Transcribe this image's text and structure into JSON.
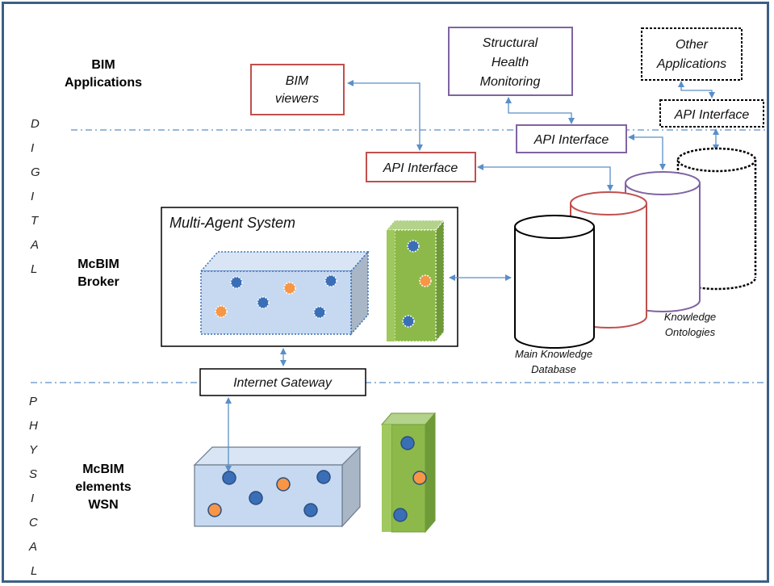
{
  "side_labels": {
    "digital": [
      "D",
      "I",
      "G",
      "I",
      "T",
      "A",
      "L"
    ],
    "physical": [
      "P",
      "H",
      "Y",
      "S",
      "I",
      "C",
      "A",
      "L"
    ]
  },
  "tiers": {
    "bim_apps": [
      "BIM",
      "Applications"
    ],
    "broker": [
      "McBIM",
      "Broker"
    ],
    "wsn": [
      "McBIM",
      "elements",
      "WSN"
    ]
  },
  "apps": {
    "bim_viewers": [
      "BIM",
      "viewers"
    ],
    "shm": [
      "Structural",
      "Health",
      "Monitoring"
    ],
    "other": [
      "Other",
      "Applications"
    ]
  },
  "api_interface": "API Interface",
  "mas_title": "Multi-Agent System",
  "gateway": "Internet Gateway",
  "db_captions": {
    "main": [
      "Main Knowledge",
      "Database"
    ],
    "ontologies": [
      "Knowledge",
      "Ontologies"
    ]
  },
  "colors": {
    "frame": "#3c5f86",
    "red_box": "#c0504d",
    "purple_box": "#8064a2",
    "connector": "#5a8fc8",
    "blue_box": "#c6d9f1",
    "green_box": "#8db94a",
    "blue_dot": "#3a6fb7",
    "orange_dot": "#f79646"
  },
  "icons": [
    "blue-agent-dot",
    "orange-agent-dot",
    "dashed-separator",
    "bidirectional-arrow"
  ]
}
